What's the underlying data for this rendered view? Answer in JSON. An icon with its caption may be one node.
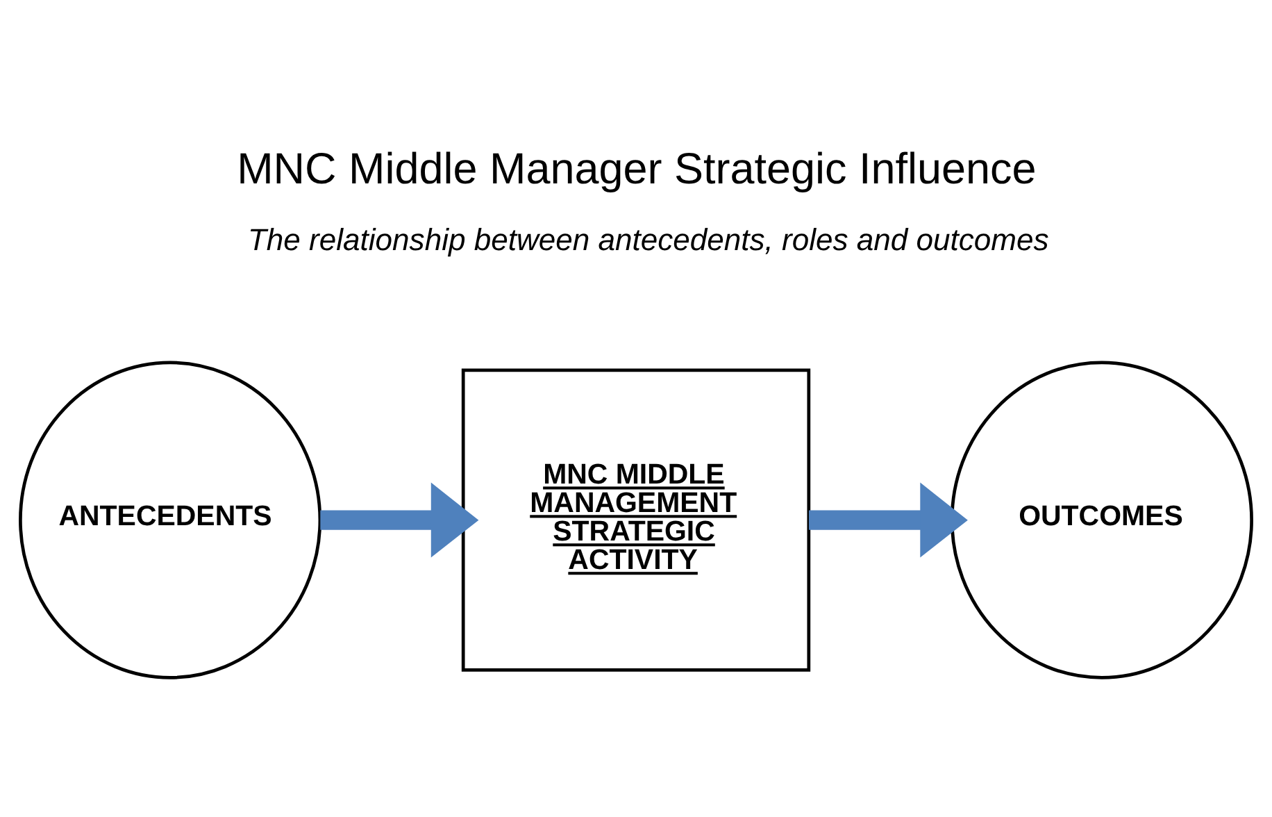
{
  "diagram": {
    "title": "MNC Middle Manager Strategic Influence",
    "nodes": [
      {
        "text": [
          "ANTECEDENTS"
        ]
      },
      {
        "text": [
          "MNC MIDDLE MANAGEMENT STRATEGIC ACTIVITY"
        ]
      },
      {
        "text": [
          "OUTCOMES"
        ]
      }
    ],
    "edges": [
      {
        "from": 0,
        "to": 1,
        "arrow": "to"
      },
      {
        "from": 1,
        "to": 2,
        "arrow": "to"
      }
    ],
    "labels": [
      "The relationship between antecedents, roles and outcomes"
    ]
  }
}
